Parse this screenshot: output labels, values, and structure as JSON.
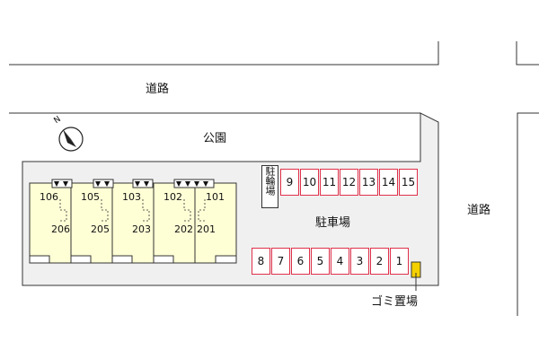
{
  "labels": {
    "road_top": "道路",
    "road_right": "道路",
    "park": "公園",
    "parking": "駐車場",
    "bicycle_parking": "駐輪場",
    "garbage": "ゴミ置場"
  },
  "compass": {
    "north": "N",
    "icon": "north-arrow-icon"
  },
  "units": {
    "upper": [
      "106",
      "105",
      "103",
      "102",
      "101"
    ],
    "lower": [
      "206",
      "205",
      "203",
      "202",
      "201"
    ]
  },
  "parking_top": [
    "9",
    "10",
    "11",
    "12",
    "13",
    "14",
    "15"
  ],
  "parking_bottom": [
    "8",
    "7",
    "6",
    "5",
    "4",
    "3",
    "2",
    "1"
  ],
  "colors": {
    "building": "#ffffd6",
    "lot": "#f0f0f0",
    "stall": "#e0304a",
    "garbage": "#f5d000"
  }
}
